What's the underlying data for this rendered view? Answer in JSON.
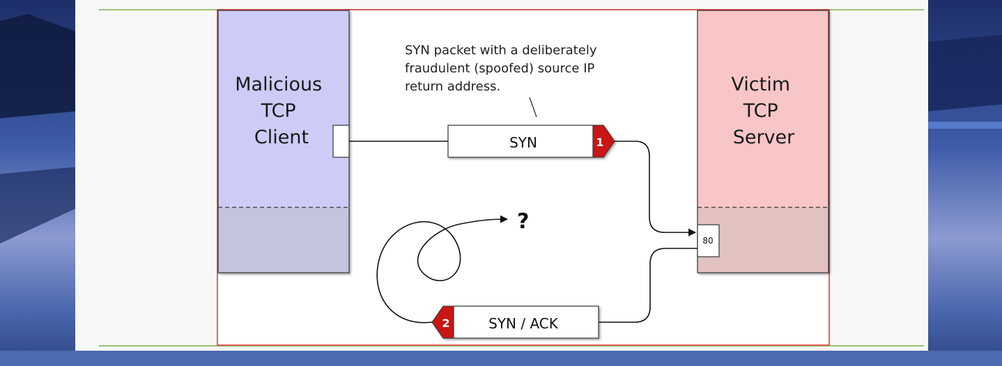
{
  "client": {
    "title_lines": [
      "Malicious",
      "TCP",
      "Client"
    ]
  },
  "server": {
    "title_lines": [
      "Victim",
      "TCP",
      "Server"
    ],
    "port": "80"
  },
  "annotation": {
    "lines": [
      "SYN packet with a deliberately",
      "fraudulent (spoofed) source IP",
      "return address."
    ]
  },
  "packets": [
    {
      "label": "SYN",
      "step": "1"
    },
    {
      "label": "SYN / ACK",
      "step": "2"
    }
  ],
  "question_mark": "?",
  "colors": {
    "client_fill": "#ccccf7",
    "client_lower": "#c4c4df",
    "server_fill": "#f8c6c6",
    "server_lower": "#e2c1c1",
    "badge": "#c81414",
    "frame": "#e03030"
  }
}
